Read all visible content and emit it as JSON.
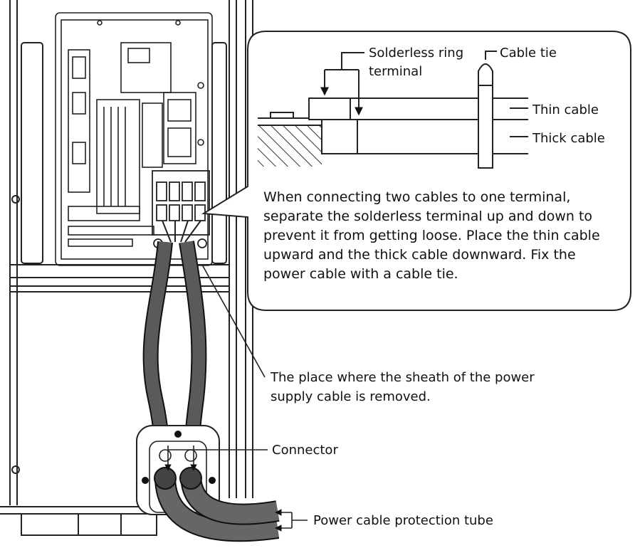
{
  "labels": {
    "ring_terminal_line1": "Solderless ring",
    "ring_terminal_line2": "terminal",
    "cable_tie": "Cable tie",
    "thin_cable": "Thin cable",
    "thick_cable": "Thick cable",
    "sheath_line1": "The place where the sheath of the power",
    "sheath_line2": "supply cable is removed.",
    "connector": "Connector",
    "protection_tube": "Power cable protection tube"
  },
  "callout": {
    "lines": [
      "When connecting two cables to one terminal,",
      "separate the solderless terminal up and down to",
      "prevent it from getting loose. Place the thin cable",
      "upward and the thick cable downward. Fix the",
      "power cable with a cable tie."
    ]
  }
}
